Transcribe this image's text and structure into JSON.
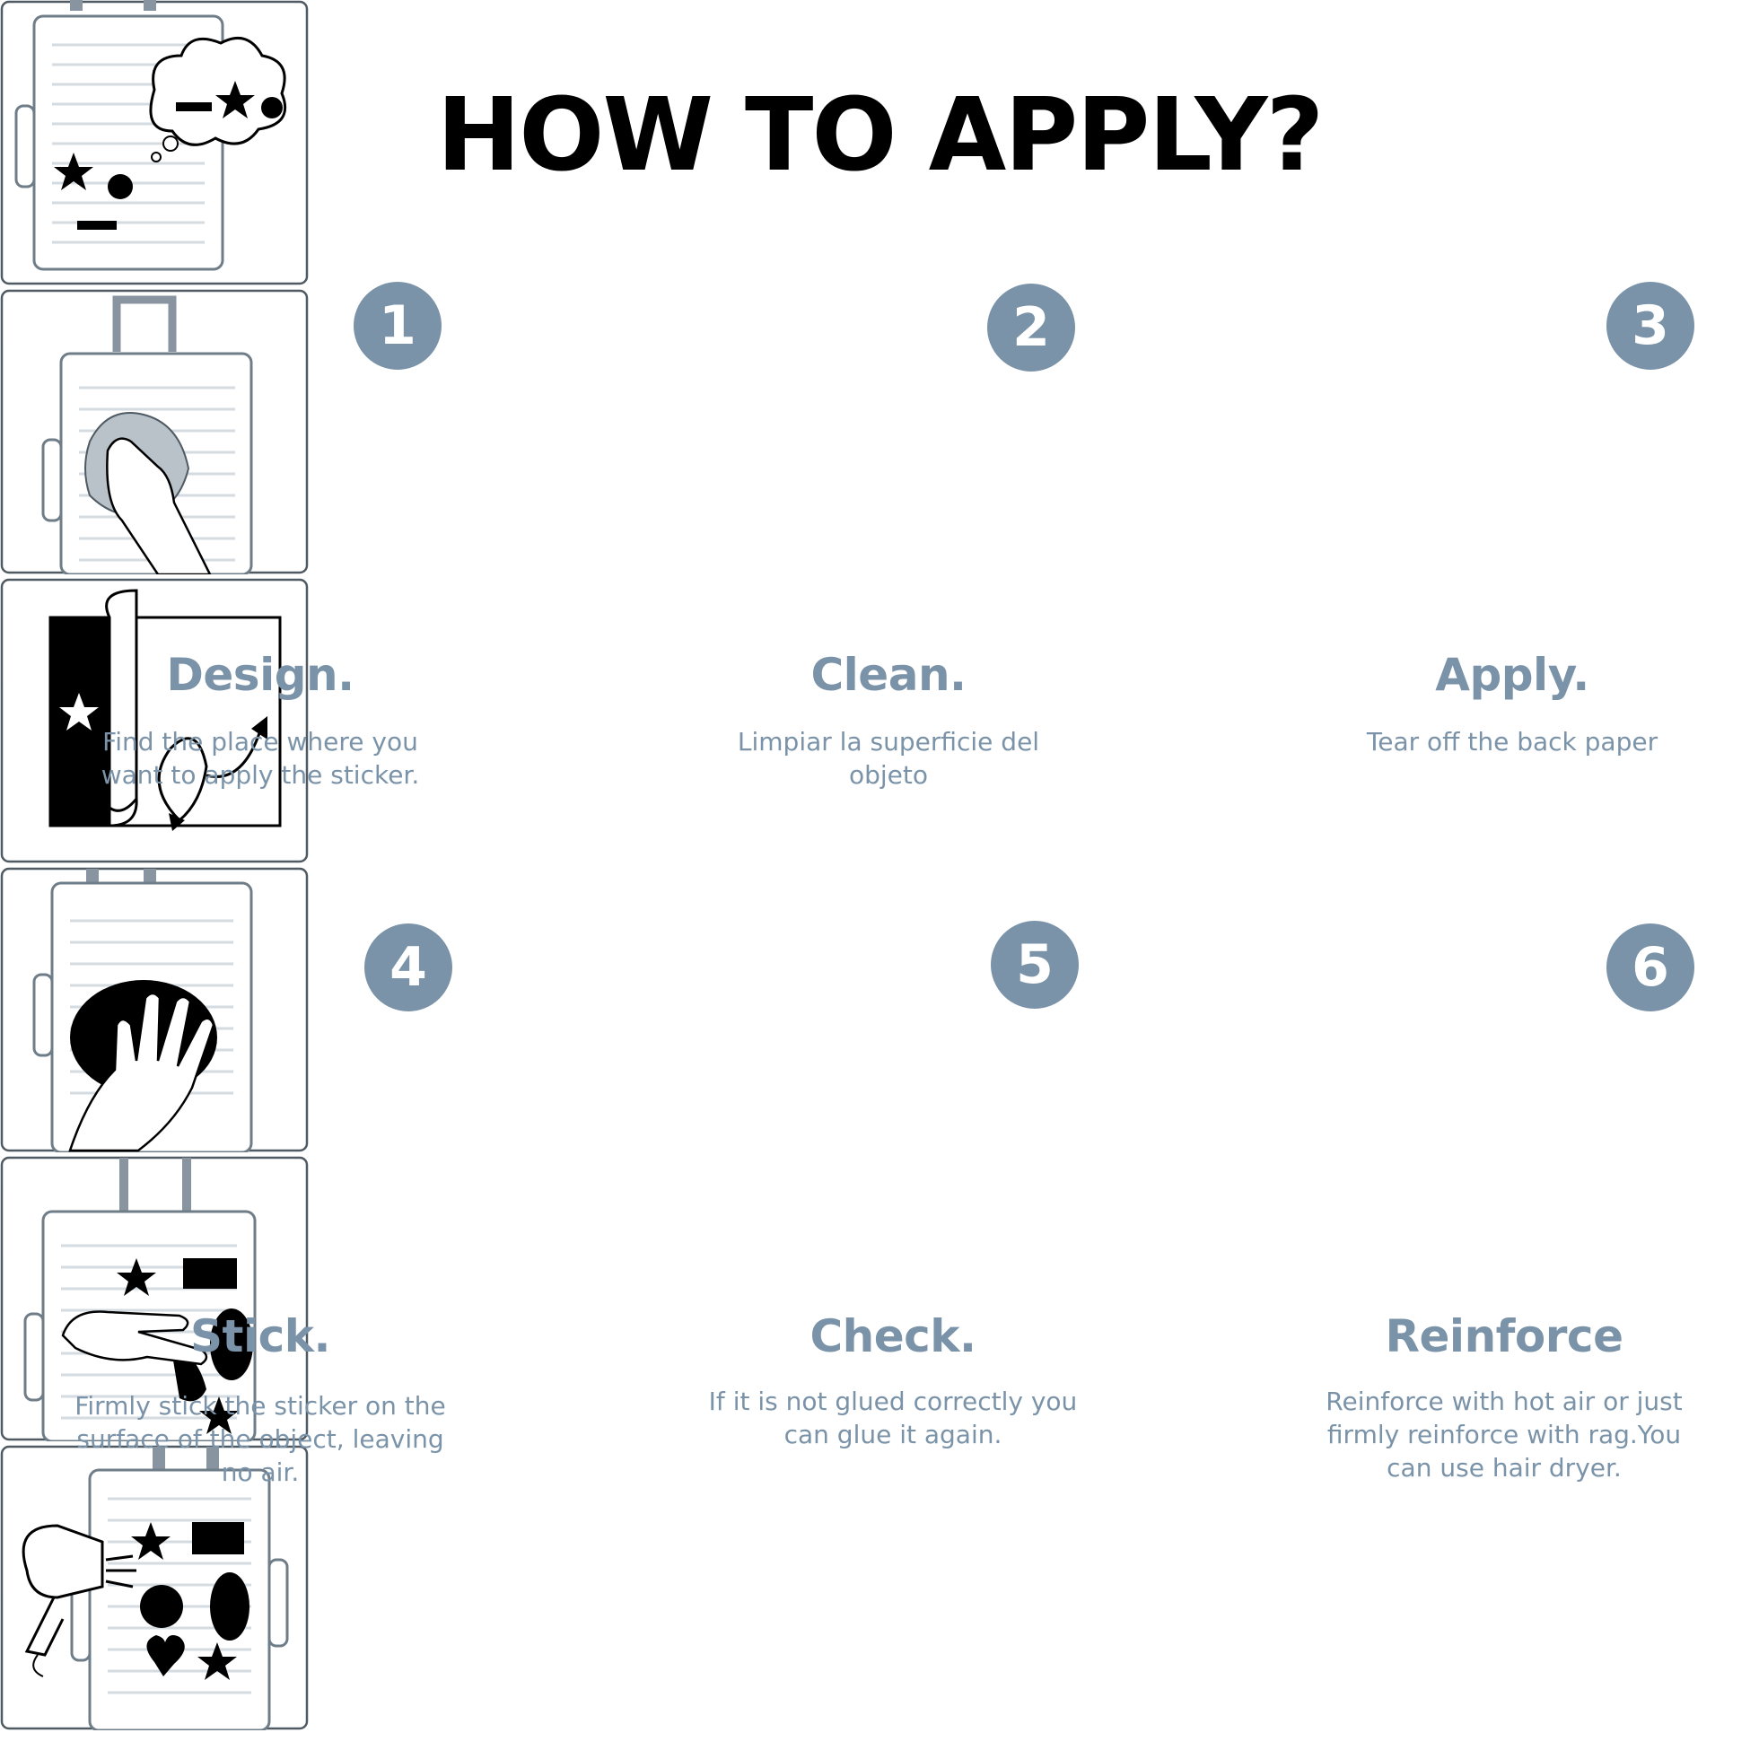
{
  "title": "HOW TO APPLY?",
  "steps": [
    {
      "number": "1",
      "heading": "Design.",
      "description": "Find the place where you want to apply the sticker."
    },
    {
      "number": "2",
      "heading": "Clean.",
      "description": "Limpiar la superficie del objeto"
    },
    {
      "number": "3",
      "heading": "Apply.",
      "description": "Tear off the back paper"
    },
    {
      "number": "4",
      "heading": "Stick.",
      "description": "Firmly stick the sticker on the surface of the object, leaving no air."
    },
    {
      "number": "5",
      "heading": "Check.",
      "description": "If it is not glued correctly you can glue it again."
    },
    {
      "number": "6",
      "heading": "Reinforce",
      "description": "Reinforce with hot air or just firmly reinforce with rag.You can use hair dryer."
    }
  ],
  "colors": {
    "accent": "#7a93a8",
    "title": "#000000"
  },
  "icons": [
    "suitcase-thought-cloud-icon",
    "hand-wiping-cloth-icon",
    "peel-back-paper-icon",
    "hand-pressing-sticker-icon",
    "hand-smoothing-sticker-icon",
    "hair-dryer-icon"
  ]
}
